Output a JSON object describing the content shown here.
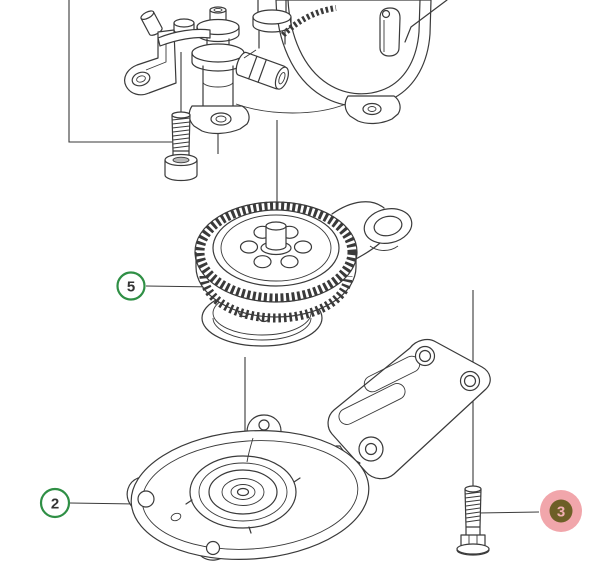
{
  "diagram": {
    "type": "exploded-parts-diagram",
    "parts": [
      {
        "id": "upper-housing-assembly"
      },
      {
        "id": "socket-head-bolt"
      },
      {
        "id": "gear-assembly"
      },
      {
        "id": "cover-plate"
      },
      {
        "id": "flange-bolt"
      }
    ]
  },
  "callouts": [
    {
      "label": "5",
      "style": "outline-circle",
      "points_to": "gear-assembly",
      "highlighted": false
    },
    {
      "label": "2",
      "style": "outline-circle",
      "points_to": "cover-plate",
      "highlighted": false
    },
    {
      "label": "3",
      "style": "filled-badge",
      "points_to": "flange-bolt",
      "highlighted": true
    }
  ],
  "colors": {
    "background": "#ffffff",
    "line_color": "#3a3a3a",
    "callout_ring": "#2f8f45",
    "callout_text": "#333333",
    "highlight_outer": "#f1a6ab",
    "highlight_inner": "#6d5f26",
    "highlight_text": "#f3b0b3"
  }
}
